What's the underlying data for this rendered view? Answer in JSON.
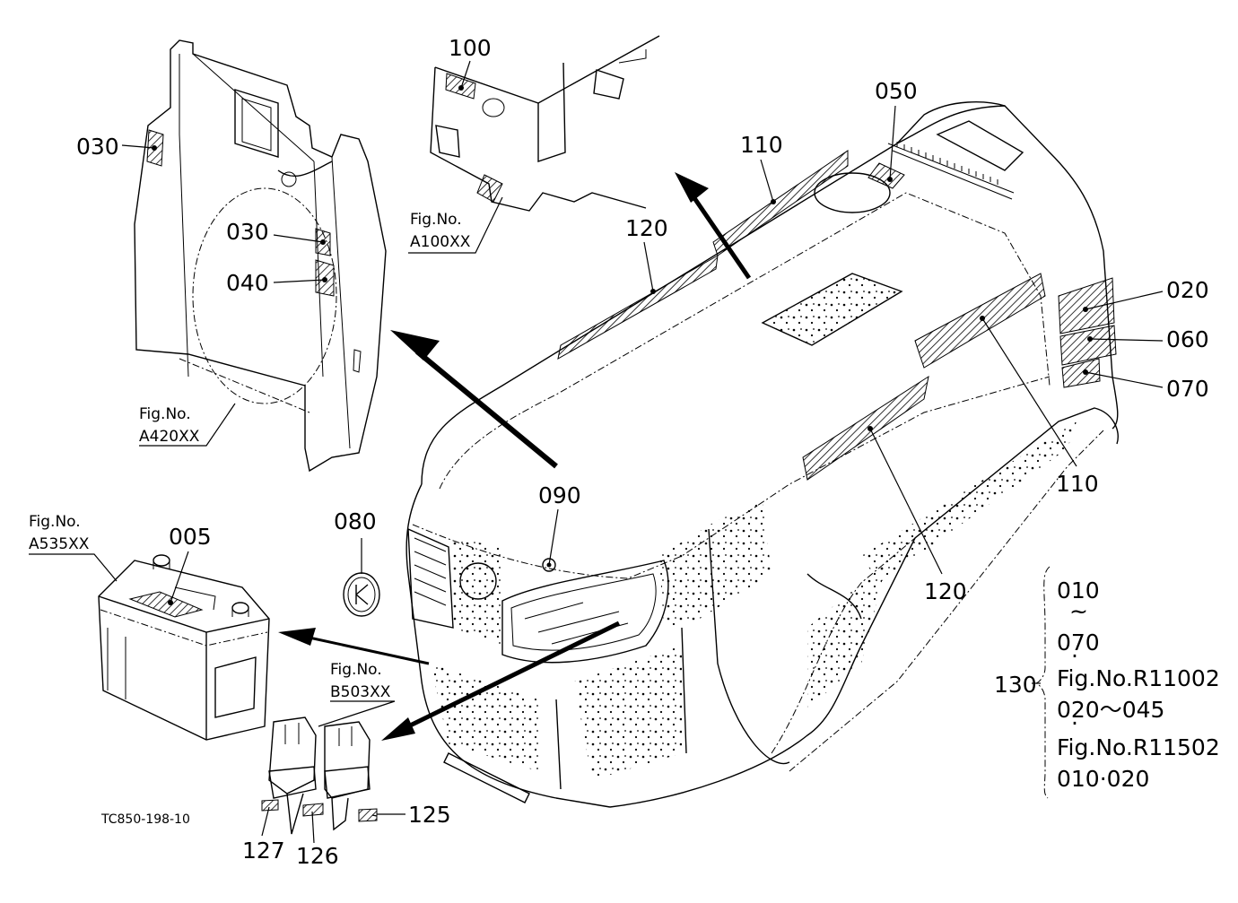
{
  "diagram": {
    "drawing_code": "TC850-198-10",
    "labels": {
      "l100": "100",
      "l050": "050",
      "l110a": "110",
      "l120a": "120",
      "l030a": "030",
      "l030b": "030",
      "l040": "040",
      "l020": "020",
      "l060": "060",
      "l070": "070",
      "l110b": "110",
      "l120b": "120",
      "l090": "090",
      "l080": "080",
      "l005": "005",
      "l125": "125",
      "l126": "126",
      "l127": "127",
      "l130": "130"
    },
    "fig_refs": {
      "a100": {
        "title": "Fig.No.",
        "code": "A100XX"
      },
      "a420": {
        "title": "Fig.No.",
        "code": "A420XX"
      },
      "a535": {
        "title": "Fig.No.",
        "code": "A535XX"
      },
      "b503": {
        "title": "Fig.No.",
        "code": "B503XX"
      }
    },
    "note_130": {
      "line1": "010",
      "line2": "~",
      "line3": "070",
      "line4": "·",
      "line5": "Fig.No.R11002",
      "line6": "020～045",
      "line7": "·",
      "line8": "Fig.No.R11502",
      "line9": "010·020"
    }
  }
}
